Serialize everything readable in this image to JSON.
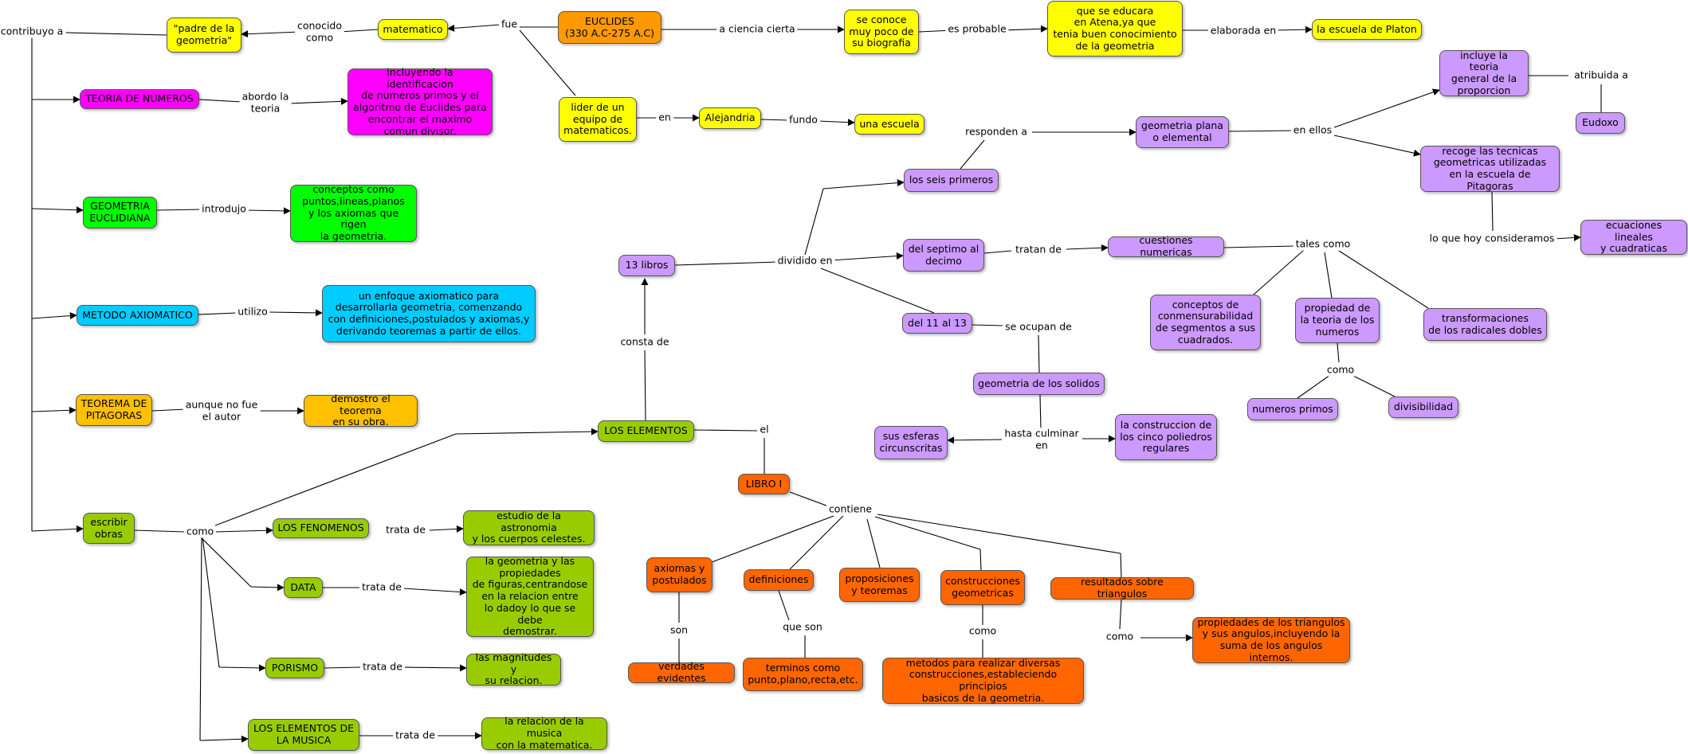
{
  "colors": {
    "yellow": "#ffff00",
    "orange": "#ff9900",
    "magenta": "#ff00ff",
    "green": "#00ff00",
    "cyan": "#00ccff",
    "gold": "#ffc000",
    "olive": "#99cc00",
    "lavender": "#cc99ff",
    "deep_orange": "#ff6600",
    "link": "#000000"
  },
  "nodes": {
    "euclides": "EUCLIDES\n(330 A.C-275 A.C)",
    "matematico": "matematico",
    "padre": "\"padre de la\ngeometria\"",
    "biografia": "se conoce\nmuy poco de\nsu biografia",
    "atena": "que  se educara\nen Atena,ya que\ntenia buen conocimiento\nde la geometria",
    "platon": "la escuela de Platon",
    "lider": "lider de un\nequipo de\nmatematicos.",
    "alejandria": "Alejandria",
    "escuela": "una escuela",
    "teoria_numeros": "TEORIA DE NUMEROS",
    "identificacion": "incluyendo la identificacion\nde numeros primos y el\nalgoritmo de Euclides para\nencontrar el maximo\ncomun divisor.",
    "geom_euclidiana": "GEOMETRIA\nEUCLIDIANA",
    "conceptos": "conceptos como\npuntos,lineas,planos\ny los axiomas que rigen\nla geometria.",
    "metodo": "METODO AXIOMATICO",
    "enfoque": "un enfoque axiomatico para\ndesarrollarla geometria, comenzando\ncon definiciones,postulados y axiomas,y\nderivando teoremas a partir de ellos.",
    "pitagoras": "TEOREMA DE\nPITAGORAS",
    "demostro": "demostro el teorema\nen su obra.",
    "escribir": "escribir\nobras",
    "fenomenos": "LOS FENOMENOS",
    "astronomia": "estudio de la astronomia\ny los cuerpos celestes.",
    "data": "DATA",
    "data_desc": "la geometria y las\npropiedades\nde figuras,centrandose\nen la relacion entre\nlo dadoy lo que se debe\ndemostrar.",
    "porismo": "PORISMO",
    "magnitudes": "las magnitudes y\nsu relacion.",
    "musica": "LOS ELEMENTOS DE\nLA MUSICA",
    "musica_desc": "la relacion de la musica\ncon la matematica.",
    "elementos": "LOS ELEMENTOS",
    "libros13": "13 libros",
    "libro1": "LIBRO I",
    "axiomas": "axiomas y\npostulados",
    "verdades": "verdades evidentes",
    "definiciones": "definiciones",
    "terminos": "terminos como\npunto,plano,recta,etc.",
    "proposiciones": "proposiciones\ny teoremas",
    "construcciones": "construcciones\ngeometricas",
    "metodos": "metodos para realizar diversas\nconstrucciones,estableciendo principios\nbasicos de la geometria.",
    "resultados": "resultados sobre triangulos",
    "propiedades_tri": "propiedades de los triangulos\ny sus angulos,incluyendo la\nsuma de los angulos internos.",
    "seis": "los seis primeros",
    "septimo": "del septimo al\ndecimo",
    "once": "del 11 al 13",
    "geom_plana": "geometria plana\no elemental",
    "teoria_general": "incluye la teoria\ngeneral de la\nproporcion",
    "eudoxo": "Eudoxo",
    "recoge": "recoge las tecnicas\ngeometricas utilizadas\nen la escuela de Pitagoras",
    "ecuaciones": "ecuaciones lineales\ny cuadraticas",
    "cuestiones": "cuestiones numericas",
    "conmensurabilidad": "conceptos de\nconmensurabilidad\nde segmentos a sus\ncuadrados.",
    "propiedad_num": "propiedad de\nla teoria de los\nnumeros",
    "radicales": "transformaciones\nde los radicales dobles",
    "primos": "numeros primos",
    "divisibilidad": "divisibilidad",
    "solidos": "geometria de los solidos",
    "esferas": "sus esferas\ncircunscritas",
    "poliedros": "la construccion de\nlos cinco poliedros\nregulares"
  },
  "labels": {
    "contribuyo": "contribuyo a",
    "conocido": "conocido\ncomo",
    "fue": "fue",
    "ciencia": "a ciencia cierta",
    "probable": "es probable",
    "elaborada": "elaborada en",
    "en_alej": "en",
    "fundo": "fundo",
    "abordo": "abordo la\nteoria",
    "introdujo": "introdujo",
    "utilizo": "utilizo",
    "aunque": "aunque no fue\nel autor",
    "como_obras": "como",
    "trata_fen": "trata de",
    "trata_data": "trata de",
    "trata_por": "trata de",
    "trata_mus": "trata de",
    "consta": "consta de",
    "el": "el",
    "contiene": "contiene",
    "son": "son",
    "que_son": "que son",
    "como_const": "como",
    "como_res": "como",
    "dividido": "dividido en",
    "responden": "responden a",
    "en_ellos": "en ellos",
    "atribuida": "atribuida a",
    "lo_que_hoy": "lo que hoy consideramos",
    "tratan": "tratan de",
    "tales": "tales como",
    "como_prop": "como",
    "ocupan": "se ocupan de",
    "culminar": "hasta culminar\nen"
  }
}
